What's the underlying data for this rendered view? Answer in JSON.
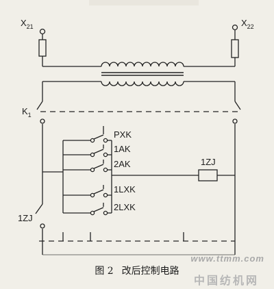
{
  "diagram": {
    "terminals": {
      "left": {
        "main": "X",
        "sub": "21"
      },
      "right": {
        "main": "X",
        "sub": "22"
      }
    },
    "switch_label": {
      "main": "K",
      "sub": "1"
    },
    "contacts": [
      "PXK",
      "1AK",
      "2AK",
      "1LXK",
      "2LXK"
    ],
    "relay_coil": "1ZJ",
    "relay_contact": "1ZJ"
  },
  "caption": {
    "figure": "图 2",
    "title": "改后控制电路"
  },
  "watermark": {
    "site": "www.ttmm.com",
    "name": "中国纺机网"
  }
}
